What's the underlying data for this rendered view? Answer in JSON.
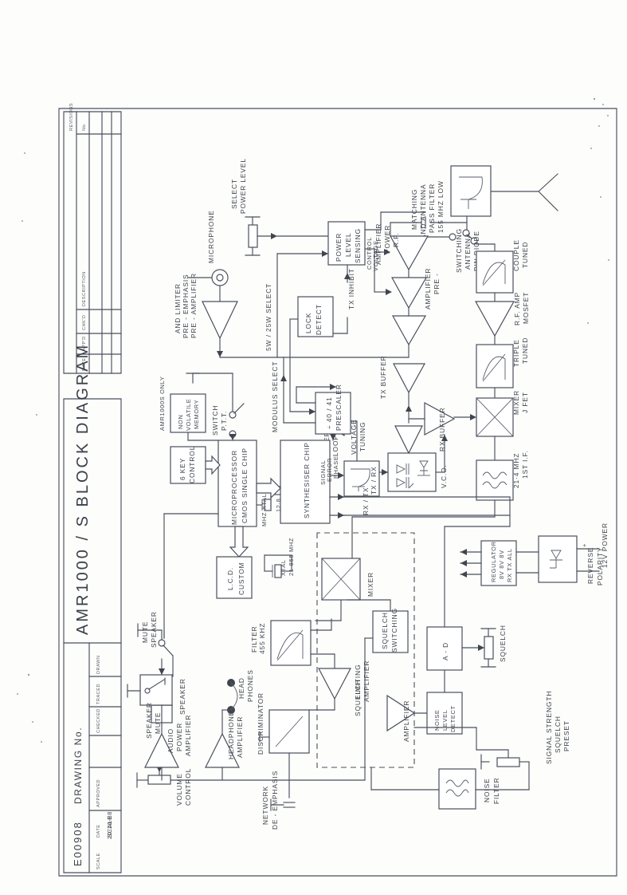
{
  "sheet": {
    "orientation": "landscape-drawing-rotated-90",
    "background": "#fdfdfb",
    "ink": "#4a4f5c"
  },
  "title_block": {
    "title_line": "AMR1000 / S  BLOCK DIAGRAM",
    "drawing_no_label": "DRAWING No.",
    "drawing_no": "E00908",
    "fields": [
      {
        "label": "DRAWN",
        "value": ""
      },
      {
        "label": "TRACED",
        "value": ""
      },
      {
        "label": "CHECKED",
        "value": ""
      },
      {
        "label": "APPROVED",
        "value": ""
      },
      {
        "label": "DATE",
        "value": "20-10-88"
      },
      {
        "label": "SCALE",
        "value": ""
      }
    ]
  },
  "revision_block": {
    "heading": "REVISIONS",
    "columns": [
      "No.",
      "DESCRIPTION",
      "CHK'D",
      "APP'D",
      "DATE"
    ],
    "rows": [
      {
        "no": "",
        "description": "",
        "chkd": "",
        "appd": "",
        "date": ""
      },
      {
        "no": "",
        "description": "",
        "chkd": "",
        "appd": "",
        "date": ""
      }
    ]
  },
  "blocks": {
    "lpf": "155 MHZ LOW\nPASS FILTER\nAND ANTENNA\nMATCHING",
    "lpf_l1": "155 MHZ LOW",
    "lpf_l2": "PASS FILTER",
    "lpf_l3": "AND ANTENNA",
    "lpf_l4": "MATCHING",
    "pin_diode_l1": "PIN DIODE",
    "pin_diode_l2": "ANTENNA",
    "pin_diode_l3": "SWITCHING",
    "tuned_couple_l1": "TUNED",
    "tuned_couple_l2": "COUPLE",
    "mosfet_l1": "MOSFET",
    "mosfet_l2": "R.F. AMP",
    "tuned_triple_l1": "TUNED",
    "tuned_triple_l2": "TRIPLE",
    "jfet_mixer_l1": "J FET",
    "jfet_mixer_l2": "MIXER",
    "first_if_l1": "1ST I.F.",
    "first_if_l2": "21·4 MHZ",
    "rf_power_amp_l1": "R.F.",
    "rf_power_amp_l2": "POWER",
    "rf_power_amp_l3": "AMPLIFIER",
    "pre_amplifier": "PRE -\nAMPLIFIER",
    "pre_amplifier_l1": "PRE -",
    "pre_amplifier_l2": "AMPLIFIER",
    "power_level_sensing_l1": "POWER",
    "power_level_sensing_l2": "LEVEL",
    "power_level_sensing_l3": "SENSING",
    "power_level_select_l1": "POWER LEVEL",
    "power_level_select_l2": "SELECT",
    "control_voltage_l1": "CONTROL",
    "control_voltage_l2": "VOLTAGE",
    "tx_inhibit": "TX   INHIBIT",
    "lock_detect_l1": "LOCK",
    "lock_detect_l2": "DETECT",
    "sw25w_select": "5W / 25W  SELECT",
    "microphone": "MICROPHONE",
    "pre_amp_limiter_l1": "PRE - AMPLIFIER",
    "pre_amp_limiter_l2": "PRE - EMPHASIS",
    "pre_amp_limiter_l3": "AND  LIMITER",
    "non_volatile_memory_l1": "NON",
    "non_volatile_memory_l2": "VOLATILE",
    "non_volatile_memory_l3": "MEMORY",
    "amr1000s_only": "AMR1000S ONLY",
    "ptt_switch_l1": "P.T.T.",
    "ptt_switch_l2": "SWITCH",
    "six_key_control_l1": "6 KEY",
    "six_key_control_l2": "CONTROL",
    "microprocessor_l1": "CMOS SINGLE CHIP",
    "microprocessor_l2": "MICROPROCESSOR",
    "custom_lcd_l1": "CUSTOM",
    "custom_lcd_l2": "L.C.D.",
    "xtal_128_l1": "12·8",
    "xtal_128_l2": "MHZ XTAL",
    "synthesiser_chip": "SYNTHESISER CHIP",
    "modulus_select": "MODULUS SELECT",
    "prescaler_l1": "÷ 40 / 41",
    "prescaler_l2": "PRESCALER",
    "phase_error_signal_l1": "PHASE",
    "phase_error_signal_l2": "ERROR",
    "phase_error_signal_l3": "SIGNAL",
    "loop_filter_l1": "LOOP",
    "loop_filter_l2": "FILTER",
    "tuning_voltage_l1": "TUNING",
    "tuning_voltage_l2": "VOLTAGE",
    "vco": "V.C.O.",
    "tx_buffer": "TX BUFFER",
    "rx_buffer": "RX BUFFER",
    "tx_rx": "TX / RX",
    "rx_tx": "RX / TX",
    "regulator_l1": "REGULATOR",
    "regulator_l2": "8V  8V  8V",
    "regulator_l3": "RX  TX  ALL",
    "reverse_polarity_l1": "REVERSE",
    "reverse_polarity_l2": "POLARITY",
    "power_12v": "12V POWER",
    "plus_sign": "+",
    "xtal_21855_l1": "21·855 MHZ",
    "xtal_21855_l2": "XTAL",
    "mixer": "MIXER",
    "filter_455_l1": "455 KHZ",
    "filter_455_l2": "FILTER",
    "limiting_amplifier_l1": "LIMITING",
    "limiting_amplifier_l2": "AMPLIFIER",
    "discriminator": "DISCRIMINATOR",
    "squelch_switching_l1": "SQUELCH",
    "squelch_switching_l2": "SWITCHING",
    "squelch": "SQUELCH",
    "amplifier": "AMPLIFIER",
    "noise_level_detect_l1": "NOISE",
    "noise_level_detect_l2": "LEVEL",
    "noise_level_detect_l3": "DETECT",
    "a_d": "A - D",
    "squelch_pot": "SQUELCH",
    "signal_strength_preset_l1": "SIGNAL STRENGTH",
    "signal_strength_preset_l2": "SQUELCH",
    "signal_strength_preset_l3": "PRESET",
    "noise_filter_l1": "NOISE",
    "noise_filter_l2": "FILTER",
    "de_emphasis_l1": "DE - EMPHASIS",
    "de_emphasis_l2": "NETWORK",
    "volume_control_l1": "VOLUME",
    "volume_control_l2": "CONTROL",
    "audio_power_amp_l1": "AUDIO",
    "audio_power_amp_l2": "POWER",
    "audio_power_amp_l3": "AMPLIFIER",
    "speaker": "SPEAKER",
    "speaker_mute": "SPEAKER\nMUTE",
    "speaker_mute_l1": "SPEAKER",
    "speaker_mute_l2": "MUTE",
    "headphone_amplifier_l1": "HEADPHONE",
    "headphone_amplifier_l2": "AMPLIFIER",
    "head_phones_l1": "HEAD",
    "head_phones_l2": "PHONES"
  }
}
